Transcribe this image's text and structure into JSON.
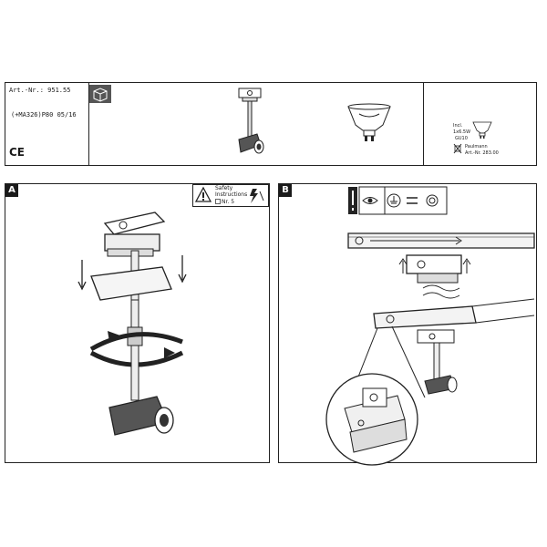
{
  "header": {
    "article_number": "Art.-Nr.: 951.55",
    "model_code": "(+MA326)P80 05/16",
    "ce_mark": "CE",
    "bulb_info": {
      "incl": "Incl.",
      "watt": "1x6.5W",
      "socket": "GU10",
      "brand": "Paulmann",
      "art": "Art.-Nr. 283.00"
    }
  },
  "panel_a": {
    "label": "A",
    "safety_title": "Safety",
    "safety_sub": "Instructions",
    "safety_nr": "Nr. 5"
  },
  "panel_b": {
    "label": "B"
  },
  "icons": [
    "package-icon",
    "warning-icon",
    "eye-icon",
    "ground-icon",
    "book-icon",
    "lightning-icon"
  ]
}
